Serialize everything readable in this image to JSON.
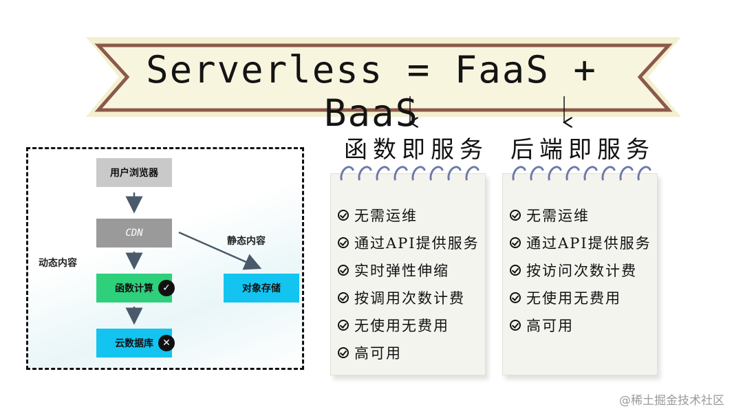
{
  "banner": {
    "title": "Serverless = FaaS + BaaS"
  },
  "faas": {
    "heading": "函数即服务",
    "items": [
      "无需运维",
      "通过API提供服务",
      "实时弹性伸缩",
      "按调用次数计费",
      "无使用无费用",
      "高可用"
    ]
  },
  "baas": {
    "heading": "后端即服务",
    "items": [
      "无需运维",
      "通过API提供服务",
      "按访问次数计费",
      "无使用无费用",
      "高可用"
    ]
  },
  "diagram": {
    "browser": "用户浏览器",
    "cdn": "CDN",
    "function": "函数计算",
    "database": "云数据库",
    "object_storage": "对象存储",
    "dynamic_label": "动态内容",
    "static_label": "静态内容",
    "function_badge": "check-icon",
    "database_badge": "close-icon"
  },
  "watermark": "@稀土掘金技术社区",
  "colors": {
    "function": "#2fd07c",
    "database": "#13c4f0",
    "storage": "#13c4f0",
    "cdn": "#9a9a9a",
    "browser": "#c9c9c9",
    "banner_border": "#8b5a4a",
    "banner_fill": "#f8f5df"
  }
}
